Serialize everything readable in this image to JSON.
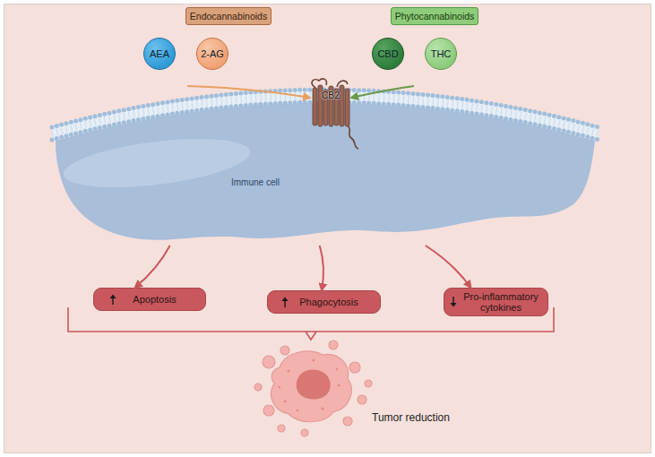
{
  "diagram": {
    "nodes": [
      {
        "text": [
          "Endocannabinoids"
        ]
      },
      {
        "text": [
          "AEA"
        ],
        "in": 0
      },
      {
        "text": [
          "2-AG"
        ],
        "in": 0
      },
      {
        "text": [
          "Phytocannabinoids"
        ]
      },
      {
        "text": [
          "CBD"
        ],
        "in": 3
      },
      {
        "text": [
          "THC"
        ],
        "in": 3
      },
      {
        "text": [
          "Immune cell"
        ]
      },
      {
        "text": [
          "CB2"
        ],
        "in": 6
      },
      {
        "text": [
          "Apoptosis"
        ]
      },
      {
        "text": [
          "Phagocytosis"
        ]
      },
      {
        "text": [
          "Pro-inflammatory cytokines"
        ]
      }
    ],
    "edges": [
      {
        "from": 0,
        "to": 7,
        "arrow": "to"
      },
      {
        "from": 3,
        "to": 7,
        "arrow": "to"
      },
      {
        "from": 6,
        "to": 8,
        "arrow": "to"
      },
      {
        "from": 6,
        "to": 9,
        "arrow": "to"
      },
      {
        "from": 6,
        "to": 10,
        "arrow": "to"
      }
    ],
    "labels": [
      "Tumor reduction"
    ]
  }
}
